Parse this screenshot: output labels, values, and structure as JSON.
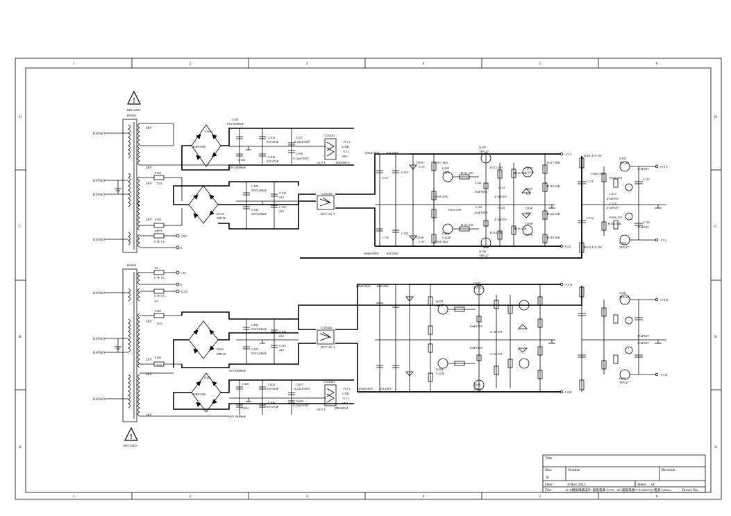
{
  "frame": {
    "zones_top": [
      "1",
      "2",
      "3",
      "4",
      "5",
      "6"
    ],
    "zones_side": [
      "D",
      "C",
      "B",
      "A"
    ]
  },
  "warning": {
    "label": "RECARD."
  },
  "upper": {
    "transformer": "RO801",
    "ac_labels": [
      "110VAC",
      "110VAC",
      "110VAC",
      "110VAC"
    ],
    "windings": [
      "38V",
      "38V",
      "50V",
      "50V"
    ],
    "fuses": [
      {
        "ref": "F101",
        "rating": "T5A"
      },
      {
        "ref": "F102",
        "rating": "T5A"
      },
      {
        "ref": "F1",
        "rating": "0.7F 1A"
      }
    ],
    "minus20": "-20V",
    "zero": "0",
    "bridges": [
      {
        "ref": "D101",
        "part": "KBP1506"
      },
      {
        "ref": "D102",
        "part": "DB106"
      }
    ],
    "caps": [
      {
        "ref": "C101",
        "value": "63V10000uF"
      },
      {
        "ref": "C102",
        "value": "63V10000uF"
      },
      {
        "ref": "C103",
        "value": "63V47uF"
      },
      {
        "ref": "C104",
        "value": "50V2200uF"
      },
      {
        "ref": "C105",
        "value": "50V2200uF"
      },
      {
        "ref": "C106",
        "value": "63V47uF"
      },
      {
        "ref": "C107",
        "value": "0.22uF100V"
      },
      {
        "ref": "C108",
        "value": "0.22uF100V"
      },
      {
        "ref": "C109",
        "value": "222"
      },
      {
        "ref": "C110",
        "value": "222"
      }
    ],
    "connectors": [
      {
        "ref": "CON101",
        "part": "DB3500-4"
      },
      {
        "ref": "CON102",
        "part": "DG7-A5-3"
      }
    ],
    "outs": [
      "+V1 L",
      "GND",
      "-V1 L",
      "SP L",
      "OUT L"
    ],
    "reg": {
      "caps": [
        "C117",
        "C118",
        "C119",
        "C120",
        "C121",
        "C122",
        "C123",
        "C124",
        "C111",
        "C112",
        "C113",
        "C114",
        "C115",
        "C116"
      ],
      "cap_values": [
        "100uF100V",
        "104/100V",
        "10uF100V",
        "4.7uF25V",
        "47uF63V"
      ],
      "zeners": [
        {
          "ref": "D105",
          "value": "5.3V"
        },
        {
          "ref": "D106",
          "value": "5.3V"
        },
        {
          "ref": "D107",
          "value": "15V"
        },
        {
          "ref": "D108",
          "value": "15V"
        }
      ],
      "transistors": [
        {
          "ref": "Q103",
          "part": "A970"
        },
        {
          "ref": "Q104",
          "part": "C2240"
        },
        {
          "ref": "Q105",
          "part": "TIP122"
        },
        {
          "ref": "Q106",
          "part": "TIP127"
        },
        {
          "ref": "Q107",
          "part": "C2240"
        },
        {
          "ref": "Q108",
          "part": "A970"
        },
        {
          "ref": "Q101",
          "part": "TIP122"
        },
        {
          "ref": "Q102",
          "part": "TIP127"
        }
      ],
      "resistors": [
        "R107 1K2",
        "R108 1K2",
        "R109 47K",
        "R110 47K",
        "R111 330",
        "R112 330",
        "R113 330",
        "R114 330",
        "R115 56K",
        "R116 56K",
        "R117 56K",
        "R118 56K",
        "R119 33K",
        "R120 33K",
        "R101 470 1W",
        "R102 470 1W",
        "R103 24K",
        "R104 24K",
        "R105 470",
        "R106 470"
      ],
      "rail_pos": "+V2 L",
      "rail_neg": "-V2 L",
      "out_pos": "+V3 L",
      "out_neg": "-V3 L"
    }
  },
  "lower": {
    "transformer": "RO802",
    "ac_labels": [
      "110VAC",
      "110VAC",
      "110VAC",
      "110VAC"
    ],
    "windings": [
      "50V",
      "50V",
      "38V",
      "38V"
    ],
    "fuses": [
      {
        "ref": "F2",
        "rating": "0.7F 1A"
      },
      {
        "ref": "F3",
        "rating": "0.7F 1A"
      },
      {
        "ref": "F201",
        "rating": "T5A"
      },
      {
        "ref": "F202",
        "rating": "T5A"
      }
    ],
    "plus4": "+4V",
    "plus12": "+12V",
    "bridges": [
      {
        "ref": "D202",
        "part": "DB106"
      },
      {
        "ref": "D201",
        "part": "KBP1506"
      }
    ],
    "caps": [
      {
        "ref": "C201",
        "value": "63V10000uF"
      },
      {
        "ref": "C202",
        "value": "63V10000uF"
      },
      {
        "ref": "C203",
        "value": "50V2200uF"
      },
      {
        "ref": "C204",
        "value": "50V2200uF"
      },
      {
        "ref": "C205",
        "value": "63V47uF"
      },
      {
        "ref": "C206",
        "value": "63V47uF"
      },
      {
        "ref": "C207",
        "value": "0.22uF100V"
      },
      {
        "ref": "C208",
        "value": "0.22uF100V"
      },
      {
        "ref": "C209",
        "value": "222"
      },
      {
        "ref": "C210",
        "value": "222"
      }
    ],
    "connectors": [
      {
        "ref": "CON202",
        "part": "DG7-A5-3"
      },
      {
        "ref": "CON201",
        "part": "DB3500-4"
      }
    ],
    "outs": [
      "+V1 L",
      "GND",
      "-V1 L",
      "SP L",
      "OUT L"
    ],
    "reg": {
      "rail_pos": "+V2 R",
      "rail_neg": "-V2 R",
      "out_pos": "+V3 R",
      "out_neg": "-V3 R",
      "transistors": [
        {
          "ref": "Q203",
          "part": "A970"
        },
        {
          "ref": "Q204",
          "part": "C2240"
        },
        {
          "ref": "Q205",
          "part": "TIP122"
        },
        {
          "ref": "Q206",
          "part": "TIP127"
        },
        {
          "ref": "Q201",
          "part": "TIP122"
        },
        {
          "ref": "Q202",
          "part": "TIP127"
        }
      ]
    }
  },
  "title_block": {
    "title_label": "Title",
    "size_label": "Size",
    "size_value": "B",
    "number_label": "Number",
    "revision_label": "Revision",
    "date_label": "Date:",
    "date_value": "4-Nov-2015",
    "file_label": "File:",
    "file_value": "D:\\(\\模拟电路设计\\ 超级电源 \\(\\VX\\ ~00\\\\超级电源(VX2A0015)?\\电源.SchDoc",
    "sheet_label": "Sheet",
    "of_label": "of",
    "drawn_label": "Drawn By:"
  }
}
